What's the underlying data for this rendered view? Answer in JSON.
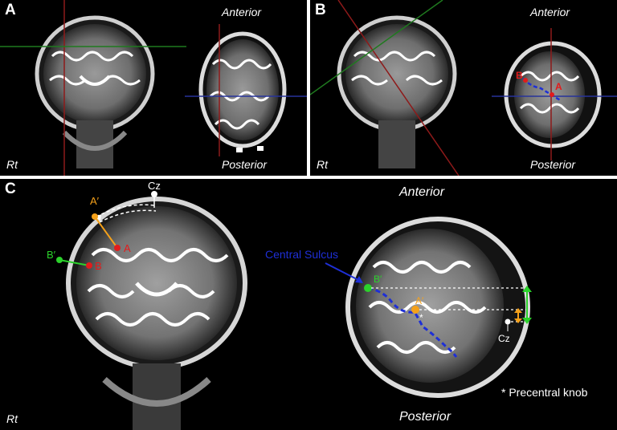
{
  "panels": {
    "a": {
      "label": "A",
      "orient_top": "Anterior",
      "orient_bottom": "Posterior",
      "side": "Rt"
    },
    "b": {
      "label": "B",
      "orient_top": "Anterior",
      "orient_bottom": "Posterior",
      "side": "Rt"
    },
    "c": {
      "label": "C",
      "orient_top": "Anterior",
      "orient_bottom": "Posterior",
      "side": "Rt",
      "coronal_labels": {
        "cz": "Cz",
        "a_prime": "A′",
        "a": "A",
        "b_prime": "B′",
        "b": "B"
      },
      "axial_labels": {
        "central_sulcus": "Central Sulcus",
        "b_prime": "B′",
        "a_prime": "A′",
        "star": "*",
        "cz": "Cz"
      },
      "note": "* Precentral knob"
    }
  },
  "colors": {
    "red": "#e21b1b",
    "orange": "#f5a11a",
    "green": "#2bd12b",
    "blue": "#1e2fd6",
    "crosshair_red": "#8e1a1a",
    "crosshair_green": "#1f7a1f",
    "crosshair_blue": "#27339a"
  },
  "icons": [
    "arrow-icon"
  ]
}
